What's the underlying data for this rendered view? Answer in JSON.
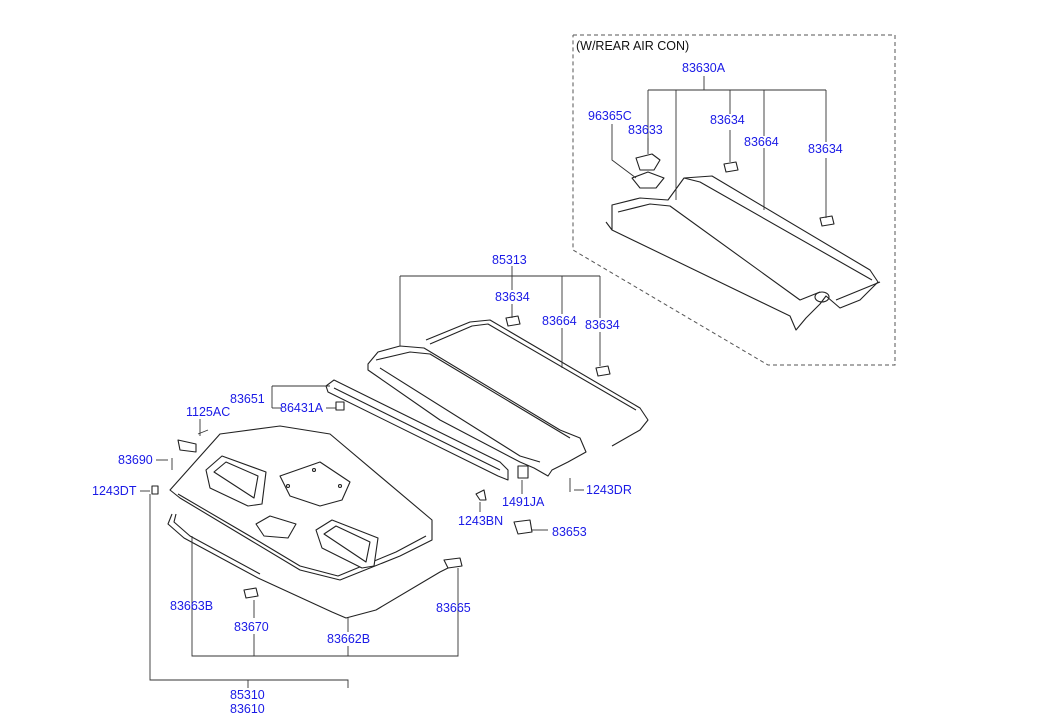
{
  "diagram": {
    "box_title": "(W/REAR AIR CON)",
    "label_color": "#1a1ae6",
    "line_color": "#222222",
    "labels": {
      "l83630A": "83630A",
      "l96365C": "96365C",
      "l83633": "83633",
      "l83634_a": "83634",
      "l83664_a": "83664",
      "l83634_b": "83634",
      "l85313": "85313",
      "l83634_c": "83634",
      "l83664_b": "83664",
      "l83634_d": "83634",
      "l83651": "83651",
      "l86431A": "86431A",
      "l1125AC": "1125AC",
      "l83690": "83690",
      "l1243DT": "1243DT",
      "l1491JA": "1491JA",
      "l1243DR": "1243DR",
      "l1243BN": "1243BN",
      "l83653": "83653",
      "l83663B": "83663B",
      "l83670": "83670",
      "l83662B": "83662B",
      "l83665": "83665",
      "l85310": "85310",
      "l83610": "83610"
    }
  }
}
